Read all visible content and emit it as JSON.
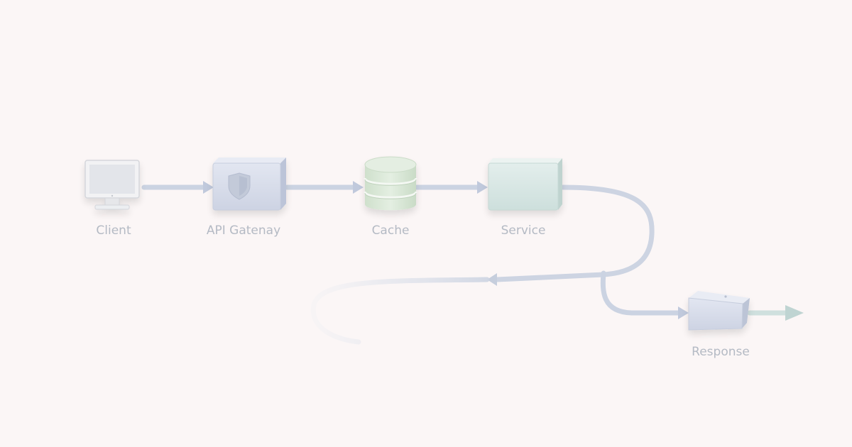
{
  "diagram": {
    "nodes": [
      {
        "id": "client",
        "label": "Client",
        "icon": "monitor-icon"
      },
      {
        "id": "gateway",
        "label": "API Gatenay",
        "icon": "shield-icon"
      },
      {
        "id": "cache",
        "label": "Cache",
        "icon": "database-icon"
      },
      {
        "id": "service",
        "label": "Service",
        "icon": "server-box-icon"
      },
      {
        "id": "response",
        "label": "Response",
        "icon": "wedge-box-icon"
      }
    ],
    "edges": [
      {
        "from": "client",
        "to": "gateway"
      },
      {
        "from": "gateway",
        "to": "cache"
      },
      {
        "from": "cache",
        "to": "service"
      },
      {
        "from": "service",
        "to": "response"
      },
      {
        "from": "service",
        "to": "fading-loop"
      }
    ]
  },
  "colors": {
    "background": "#fbf6f6",
    "arrow": "#c9d1e0",
    "box_lavender": "#d7dcea",
    "box_mint": "#d8e6e3",
    "cylinder_green": "#d8e6d6",
    "label": "#b4bac4"
  }
}
